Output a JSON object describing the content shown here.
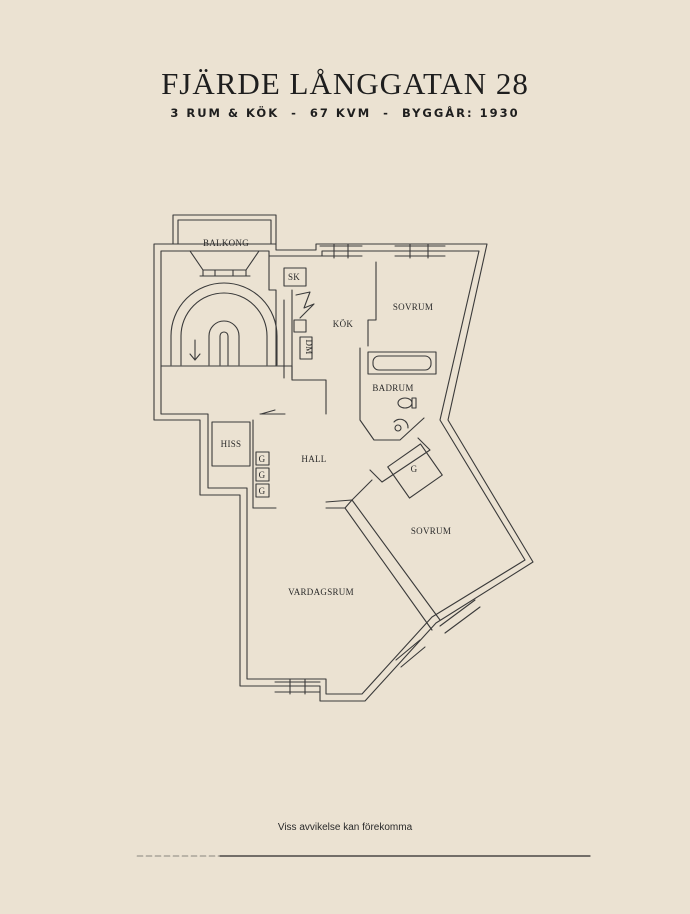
{
  "header": {
    "title": "FJÄRDE LÅNGGATAN 28",
    "subtitle": "3 RUM & KÖK  -  67 KVM  -  BYGGÅR: 1930"
  },
  "rooms": {
    "balkong": "BALKONG",
    "sk": "SK",
    "kok": "KÖK",
    "dm": "DM",
    "sovrum_top": "SOVRUM",
    "badrum": "BADRUM",
    "hiss": "HISS",
    "hall": "HALL",
    "g_closet_1": "G",
    "g_closet_2": "G",
    "g_closet_3": "G",
    "g_closet_4": "G",
    "sovrum_bottom": "SOVRUM",
    "vardagsrum": "VARDAGSRUM"
  },
  "footer": {
    "disclaimer": "Viss avvikelse kan förekomma"
  },
  "colors": {
    "background": "#ebe2d2",
    "ink": "#2a2a2a"
  }
}
